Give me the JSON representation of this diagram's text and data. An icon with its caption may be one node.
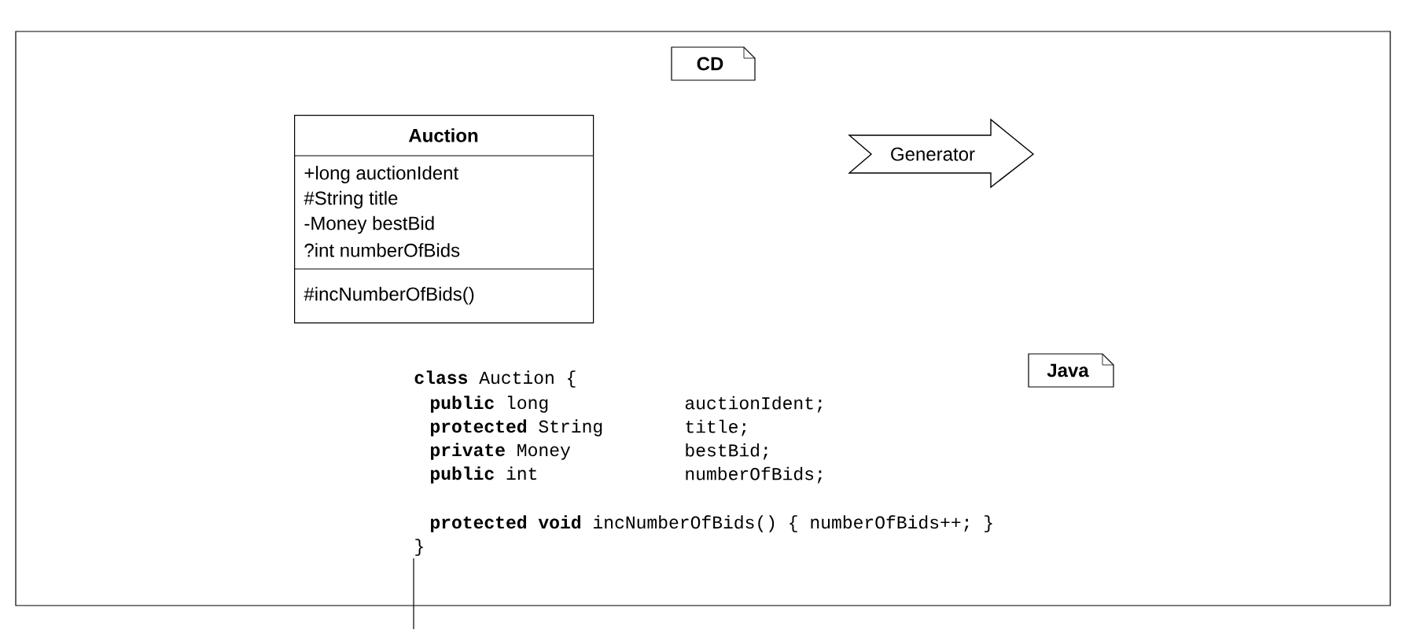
{
  "diagram": {
    "nodes": [
      {
        "text": [
          "Auction",
          "+long auctionIdent",
          "#String title",
          "-Money bestBid",
          "?int numberOfBids",
          "#incNumberOfBids()"
        ]
      },
      {
        "text": [
          "CD"
        ]
      },
      {
        "text": [
          "Generator"
        ]
      },
      {
        "text": [
          "Java"
        ]
      }
    ],
    "labels": [
      "**class** Auction {",
      "**public** long",
      "auctionIdent;",
      "**protected** String",
      "title;",
      "**private** Money",
      "bestBid;",
      "**public** int",
      "numberOfBids;",
      "**protected void** incNumberOfBids() { numberOfBids++; }",
      "}"
    ]
  }
}
